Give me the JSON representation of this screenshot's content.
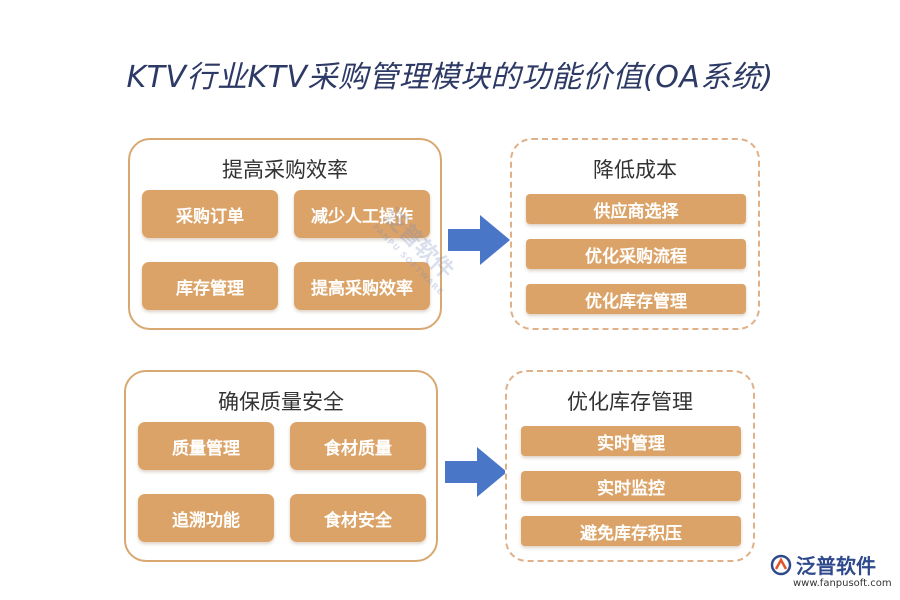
{
  "title": "KTV行业KTV采购管理模块的功能价值(OA系统)",
  "groups": {
    "improve_efficiency": {
      "title": "提高采购效率",
      "items": [
        "采购订单",
        "减少人工操作",
        "库存管理",
        "提高采购效率"
      ]
    },
    "reduce_cost": {
      "title": "降低成本",
      "items": [
        "供应商选择",
        "优化采购流程",
        "优化库存管理"
      ]
    },
    "quality_safety": {
      "title": "确保质量安全",
      "items": [
        "质量管理",
        "食材质量",
        "追溯功能",
        "食材安全"
      ]
    },
    "optimize_inventory": {
      "title": "优化库存管理",
      "items": [
        "实时管理",
        "实时监控",
        "避免库存积压"
      ]
    }
  },
  "watermark": {
    "name": "泛普软件",
    "sub": "FANPU SOFTWARE"
  },
  "logo": {
    "name": "泛普软件",
    "url": "www.fanpusoft.com"
  },
  "colors": {
    "card": "#dba368",
    "arrow": "#4a76c8",
    "title": "#2e3a66",
    "border": "#d9a870"
  }
}
